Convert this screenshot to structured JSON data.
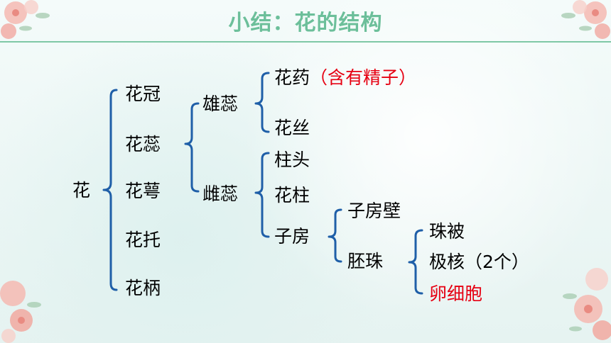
{
  "title": "小结：花的结构",
  "nodes": {
    "hua": "花",
    "huaguan": "花冠",
    "huarui": "花蕊",
    "huae": "花萼",
    "huatuo": "花托",
    "huabing": "花柄",
    "xiongrui": "雄蕊",
    "cirui": "雌蕊",
    "huayao": "花药",
    "huayao_note": "（含有精子）",
    "huasi": "花丝",
    "zhutou": "柱头",
    "huazhu": "花柱",
    "zifang": "子房",
    "zifangbi": "子房壁",
    "peizhu": "胚珠",
    "zhubei": "珠被",
    "jihe": "极核（2个）",
    "luanxibao": "卵细胞"
  },
  "colors": {
    "title": "#6cbf9a",
    "bracket": "#1f5fa8",
    "highlight": "#e60012"
  },
  "decorations": {
    "corner_icon": "flower-corner-icon"
  }
}
